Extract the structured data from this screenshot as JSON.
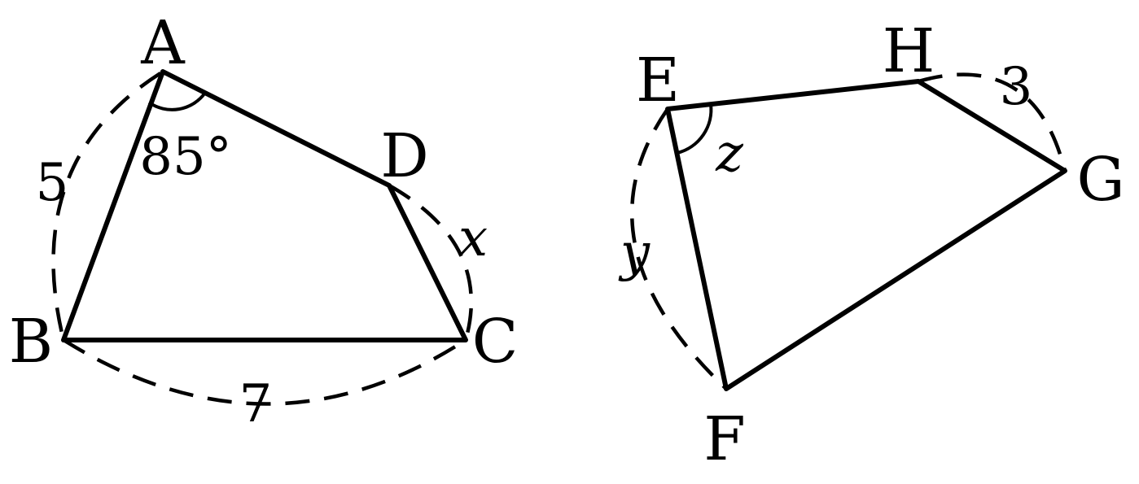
{
  "figure_left": {
    "vertices": {
      "A": "A",
      "B": "B",
      "C": "C",
      "D": "D"
    },
    "labels": {
      "side_ab": "5",
      "side_bc": "7",
      "side_dc": "x",
      "angle_a": "85°"
    }
  },
  "figure_right": {
    "vertices": {
      "E": "E",
      "F": "F",
      "G": "G",
      "H": "H"
    },
    "labels": {
      "side_hg": "3",
      "side_ef": "y",
      "angle_e": "z"
    }
  },
  "colors": {
    "stroke": "#000000",
    "background": "#ffffff"
  }
}
